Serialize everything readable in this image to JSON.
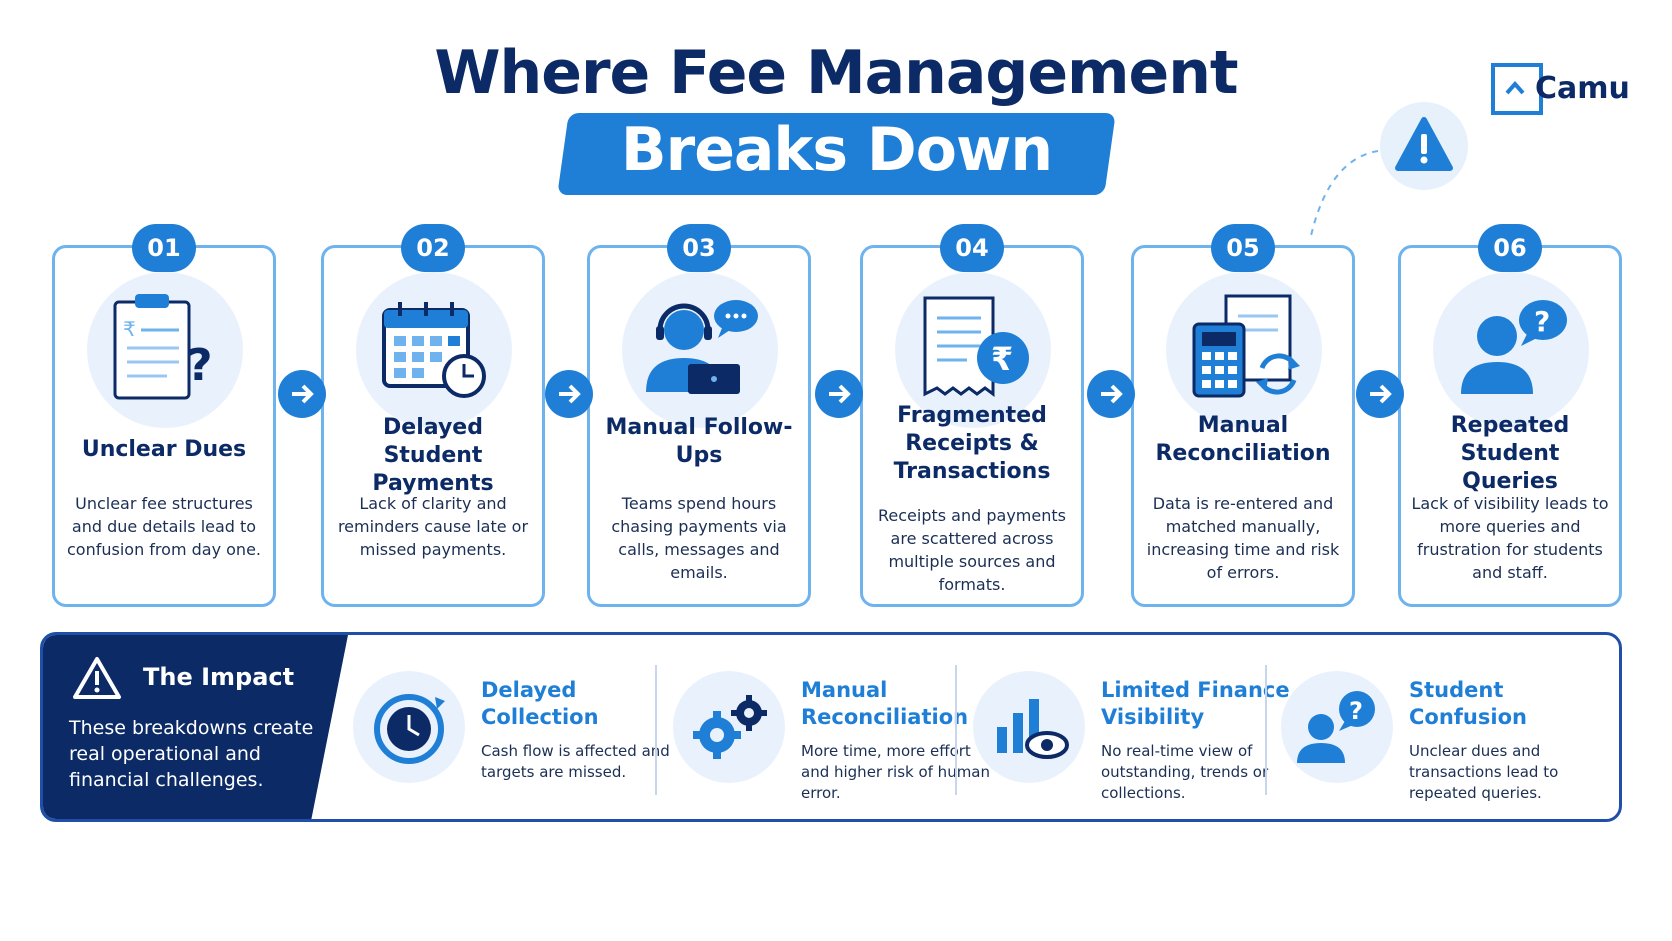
{
  "title": {
    "line1": "Where Fee Management",
    "line2": "Breaks Down"
  },
  "logo": {
    "text": "Camu"
  },
  "steps": [
    {
      "number": "01",
      "title": "Unclear Dues",
      "description": "Unclear fee structures and due details lead to confusion from day one.",
      "icon": "clipboard-rupee-question-icon"
    },
    {
      "number": "02",
      "title": "Delayed Student Payments",
      "description": "Lack of clarity and reminders cause late or missed payments.",
      "icon": "calendar-clock-icon"
    },
    {
      "number": "03",
      "title": "Manual Follow-Ups",
      "description": "Teams spend hours chasing payments via calls, messages and emails.",
      "icon": "headset-agent-icon"
    },
    {
      "number": "04",
      "title": "Fragmented Receipts & Transactions",
      "description": "Receipts and payments are scattered across multiple sources and formats.",
      "icon": "receipt-rupee-icon"
    },
    {
      "number": "05",
      "title": "Manual Reconciliation",
      "description": "Data is re-entered and matched manually, increasing time and risk of errors.",
      "icon": "calculator-sync-icon"
    },
    {
      "number": "06",
      "title": "Repeated Student Queries",
      "description": "Lack of visibility leads to more queries and frustration for students and staff.",
      "icon": "user-question-icon"
    }
  ],
  "impact": {
    "title": "The Impact",
    "description": "These breakdowns create real operational and financial challenges.",
    "items": [
      {
        "title": "Delayed Collection",
        "description": "Cash flow is affected and targets are missed.",
        "icon": "stopwatch-icon"
      },
      {
        "title": "Manual Reconciliation",
        "description": "More time, more effort and higher risk of human error.",
        "icon": "gears-icon"
      },
      {
        "title": "Limited Finance Visibility",
        "description": "No real-time view of outstanding, trends or collections.",
        "icon": "bar-chart-eye-icon"
      },
      {
        "title": "Student Confusion",
        "description": "Unclear dues and transactions lead to repeated queries.",
        "icon": "user-question-icon"
      }
    ]
  },
  "colors": {
    "primary": "#1f7fd6",
    "navy": "#0b2a66",
    "light": "#e9f2fc",
    "border": "#6fb3ee"
  }
}
